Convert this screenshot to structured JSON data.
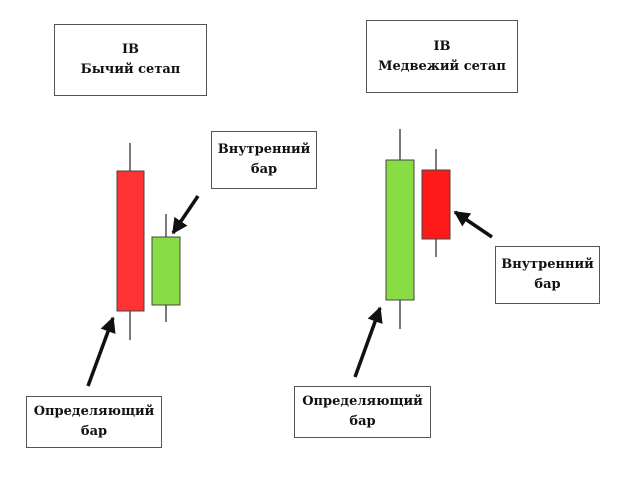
{
  "bullish": {
    "title_line1": "IB",
    "title_line2": "Бычий сетап",
    "inside_label_line1": "Внутренний",
    "inside_label_line2": "бар",
    "mother_label_line1": "Определяющий",
    "mother_label_line2": "бар",
    "mother_candle_color": "#ff3333",
    "inside_candle_color": "#88dd44"
  },
  "bearish": {
    "title_line1": "IB",
    "title_line2": "Медвежий сетап",
    "inside_label_line1": "Внутренний",
    "inside_label_line2": "бар",
    "mother_label_line1": "Определяющий",
    "mother_label_line2": "бар",
    "mother_candle_color": "#88dd44",
    "inside_candle_color": "#ff1a1a"
  },
  "icons": {
    "pointer": "arrow-icon"
  }
}
